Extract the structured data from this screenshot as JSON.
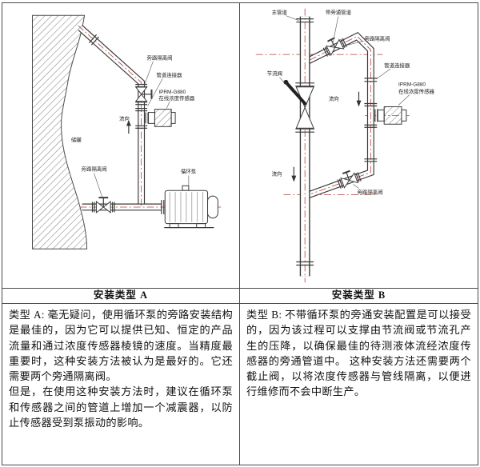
{
  "colors": {
    "line": "#3a3a3a",
    "centerline": "#b1403a",
    "border": "#4a4a4a",
    "label": "#1b1b1b"
  },
  "left_panel": {
    "title": "安装类型 A",
    "labels": {
      "top_valve": "旁路隔离阀",
      "connector": "管道连接器",
      "sensor_model": "IPRM-G880",
      "sensor_name": "在线浓度传感器",
      "flow": "流向",
      "tank": "储罐",
      "bottom_valve": "旁路隔离阀",
      "pump": "循环泵"
    },
    "paragraphs": [
      "类型 A: 毫无疑问，使用循环泵的旁路安装结构是最佳的，因为它可以提供已知、恒定的产品流量和通过浓度传感器棱镜的速度。当精度最重要时，这种安装方法被认为是最好的。它还需要两个旁通隔离阀。",
      "但是，在使用这种安装方法时，建议在循环泵和传感器之间的管道上增加一个减震器，以防止传感器受到泵振动的影响。"
    ]
  },
  "right_panel": {
    "title": "安装类型 B",
    "labels": {
      "main_pipe": "主管道",
      "bypass_pipe": "带旁通管道",
      "top_valve": "旁路隔离阀",
      "connector": "管道连接器",
      "sensor_model": "IPRM-G880",
      "sensor_name": "在线浓度传感器",
      "throttle_valve": "节流阀",
      "flow_bypass": "流向",
      "flow_main": "流向",
      "bottom_valve": "旁路隔离阀"
    },
    "paragraphs": [
      "类型 B: 不带循环泵的旁通安装配置是可以接受的，因为该过程可以支撑由节流阀或节流孔产生的压降，以确保最佳的待测液体流经浓度传感器的旁通管道中。 这种安装方法还需要两个截止阀，以将浓度传感器与管线隔离，以便进行维修而不会中断生产。"
    ]
  }
}
